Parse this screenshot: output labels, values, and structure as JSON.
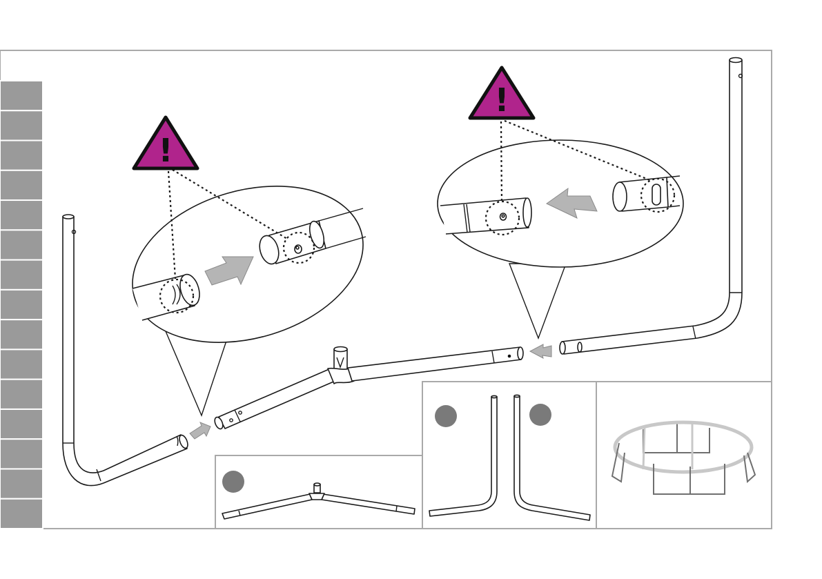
{
  "colors": {
    "warning_fill": "#b0248c",
    "side_tabs": "#9a9a9a",
    "frame_border": "#a9a9a9",
    "arrow_fill": "#b5b5b5",
    "step_marker": "#7a7a7a"
  },
  "icons": {
    "warning": "exclamation-triangle-icon",
    "direction": "insert-arrow-icon",
    "step_marker": "step-dot-icon"
  },
  "warnings": [
    {
      "name": "warning-left",
      "glyph": "!"
    },
    {
      "name": "warning-right",
      "glyph": "!"
    }
  ],
  "side_tabs": {
    "count": 15
  },
  "panels": [
    {
      "name": "step-panel-t-joint",
      "has_step_marker": true
    },
    {
      "name": "step-panel-legs",
      "has_step_marker": true
    },
    {
      "name": "result-panel-trampoline-frame",
      "has_step_marker": false
    }
  ]
}
